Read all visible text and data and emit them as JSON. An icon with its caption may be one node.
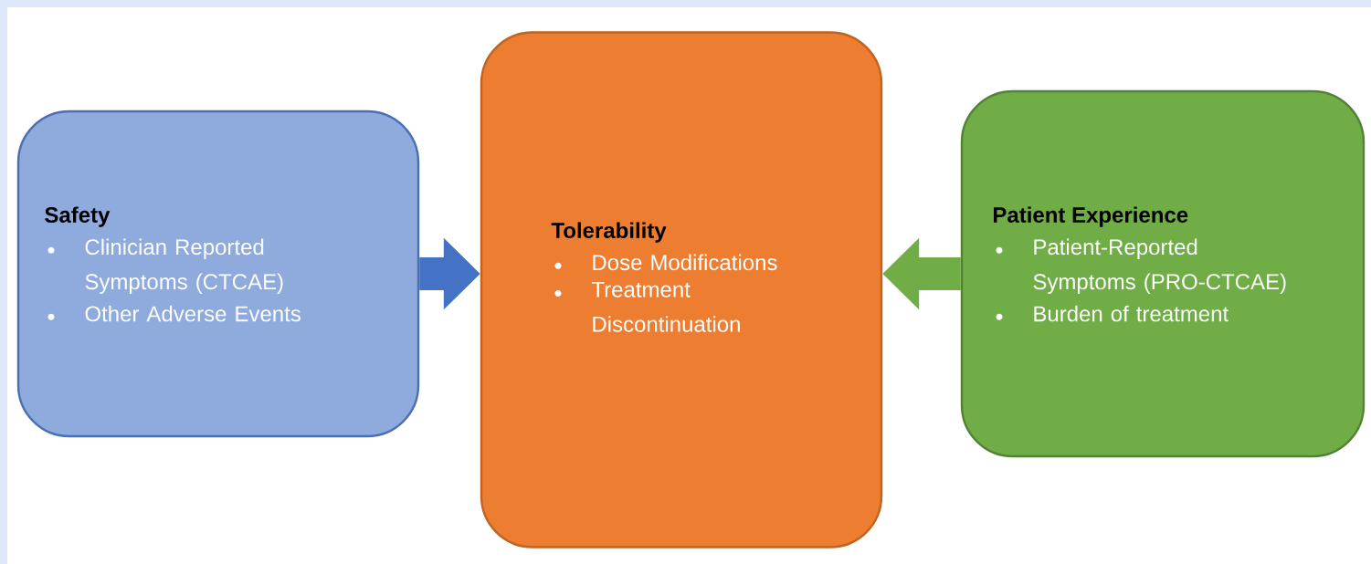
{
  "diagram": {
    "nodes": [
      {
        "text": [
          "Safety",
          "Clinician Reported Symptoms (CTCAE)",
          "Other Adverse Events"
        ]
      },
      {
        "text": [
          "Tolerability",
          "Dose Modifications",
          "Treatment Discontinuation"
        ]
      },
      {
        "text": [
          "Patient Experience",
          "Patient-Reported Symptoms (PRO-CTCAE)",
          "Burden of treatment"
        ]
      }
    ],
    "edges": [
      {
        "from": 0,
        "to": 1,
        "arrow": "to",
        "color": "#4472c4"
      },
      {
        "from": 2,
        "to": 1,
        "arrow": "to",
        "color": "#70ad47"
      }
    ]
  }
}
